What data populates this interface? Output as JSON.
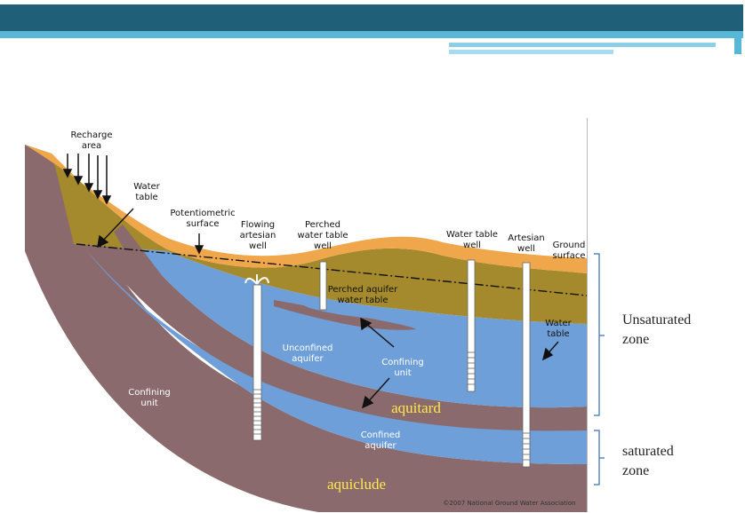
{
  "labels": {
    "recharge_area": "Recharge\narea",
    "water_table_top": "Water\ntable",
    "potentiometric_surface": "Potentiometric\nsurface",
    "flowing_artesian_well": "Flowing\nartesian\nwell",
    "perched_water_table_well": "Perched\nwater table\nwell",
    "water_table_well": "Water table\nwell",
    "artesian_well": "Artesian\nwell",
    "ground_surface": "Ground\nsurface",
    "perched_aquifer_water_table": "Perched aquifer\nwater table",
    "unconfined_aquifer": "Unconfined\naquifer",
    "confining_unit_mid": "Confining\nunit",
    "water_table_right": "Water\ntable",
    "confining_unit_left": "Confining\nunit",
    "confined_aquifer": "Confined\naquifer",
    "aquitard": "aquitard",
    "aquiclude": "aquiclude",
    "copyright": "©2007 National Ground Water Association"
  },
  "zones": {
    "unsaturated": "Unsaturated\nzone",
    "saturated": "saturated\nzone"
  },
  "colors": {
    "header_dark": "#1f5f77",
    "header_light": "#58b6d6",
    "ground_surface": "#f0a64a",
    "unsaturated_soil": "#a48a2c",
    "water": "#6f9fd8",
    "confining_layer": "#8a6a6c",
    "highlight_text": "#ffe94a"
  }
}
